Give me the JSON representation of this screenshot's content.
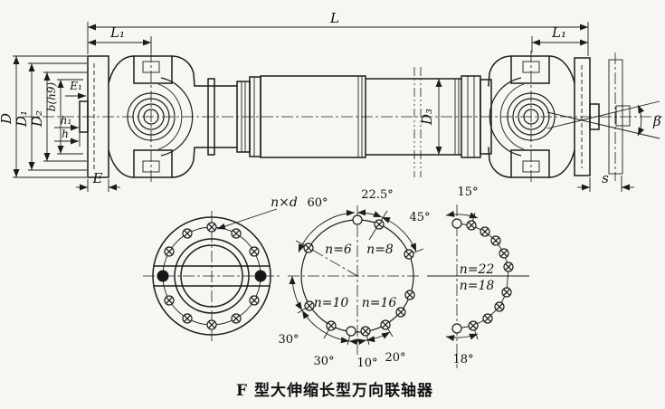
{
  "colors": {
    "ink": "#1c1c1c",
    "paper": "#f6f6f3"
  },
  "caption": "F 型大伸缩长型万向联轴器",
  "side_view": {
    "dims": {
      "L": "L",
      "L1": "L₁",
      "D": "D",
      "D1": "D₁",
      "D2": "D₂",
      "b_h9": "b(h9)",
      "E1": "E₁",
      "h1": "h₁",
      "h": "h",
      "E": "E",
      "D3": "D₃",
      "beta": "β",
      "s": "s"
    }
  },
  "bolt_views": {
    "left": {
      "holes_label": "n×d"
    },
    "middle": {
      "n6": "n=6",
      "n8": "n=8",
      "n10": "n=10",
      "n16": "n=16",
      "a60": "60°",
      "a22_5": "22.5°",
      "a45": "45°",
      "a30_left": "30°",
      "a30_bottom": "30°",
      "a10": "10°",
      "a20": "20°"
    },
    "right": {
      "n22": "n=22",
      "n18": "n=18",
      "a15": "15°",
      "a18": "18°"
    }
  }
}
